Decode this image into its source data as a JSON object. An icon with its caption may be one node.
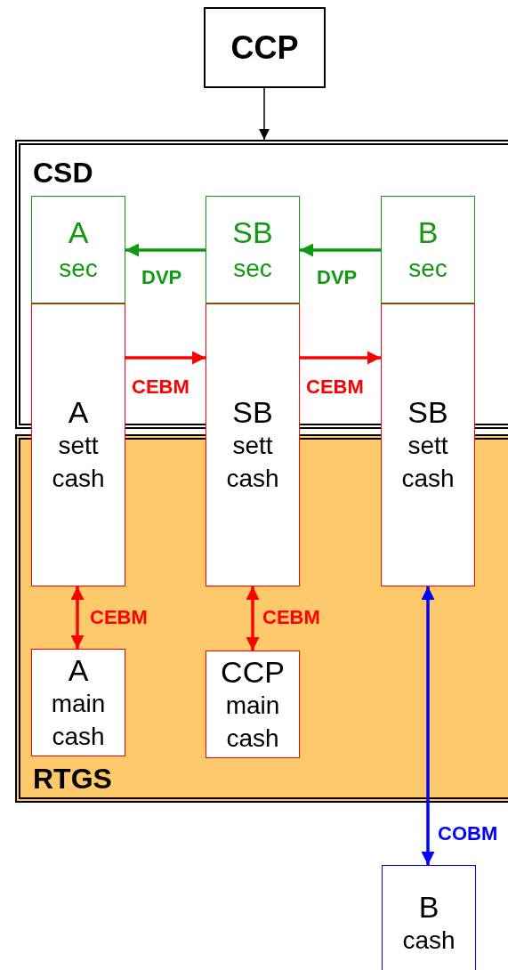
{
  "diagram": {
    "nodes": [
      {
        "text": [
          "CCP"
        ]
      },
      {
        "text": [
          "CSD"
        ]
      },
      {
        "text": [
          "RTGS"
        ]
      },
      {
        "text": [
          "A",
          "sec"
        ],
        "in": 1
      },
      {
        "text": [
          "SB",
          "sec"
        ],
        "in": 1
      },
      {
        "text": [
          "B",
          "sec"
        ],
        "in": 1
      },
      {
        "text": [
          "A",
          "sett cash"
        ]
      },
      {
        "text": [
          "SB",
          "sett cash"
        ]
      },
      {
        "text": [
          "SB",
          "sett cash"
        ]
      },
      {
        "text": [
          "A",
          "main cash"
        ],
        "in": 2
      },
      {
        "text": [
          "CCP",
          "main cash"
        ],
        "in": 2
      },
      {
        "text": [
          "B",
          "cash"
        ]
      }
    ],
    "edges": [
      {
        "from": 0,
        "to": 1,
        "arrow": "to",
        "color": "#000000"
      },
      {
        "from": 5,
        "to": 4,
        "arrow": "to",
        "label": "DVP",
        "color": "#119911"
      },
      {
        "from": 4,
        "to": 3,
        "arrow": "to",
        "label": "DVP",
        "color": "#119911"
      },
      {
        "from": 6,
        "to": 7,
        "arrow": "to",
        "label": "CEBM"
      },
      {
        "from": 7,
        "to": 8,
        "arrow": "to",
        "label": "CEBM"
      },
      {
        "from": 6,
        "to": 9,
        "arrow": "both",
        "label": "CEBM"
      },
      {
        "from": 7,
        "to": 10,
        "arrow": "both",
        "label": "CEBM"
      },
      {
        "from": 8,
        "to": 11,
        "arrow": "both",
        "label": "COBM",
        "color": "#0000ff"
      }
    ]
  }
}
